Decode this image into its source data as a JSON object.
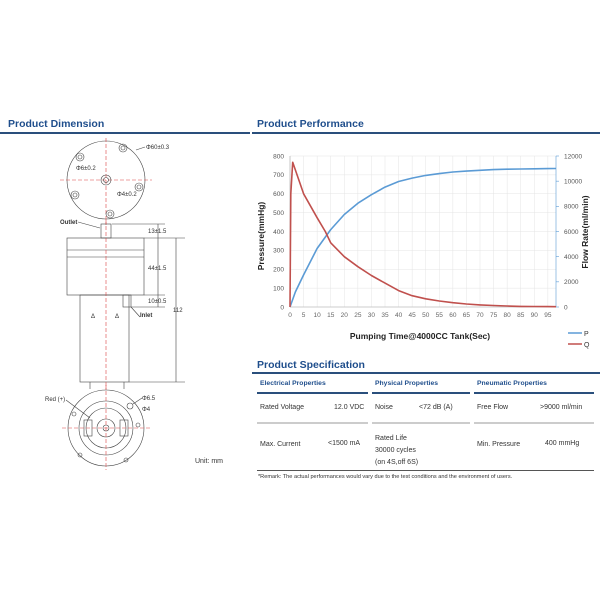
{
  "dimension": {
    "title": "Product Dimension",
    "labels": {
      "d60": "Φ60±0.3",
      "d6": "Φ6±0.2",
      "d4": "Φ4±0.2",
      "outlet": "Outlet",
      "h13": "13±1.5",
      "h44": "44±1.5",
      "h10": "10±0.5",
      "h112": "112",
      "inlet": "Inlet",
      "red": "Red (+)",
      "d65": "Φ6.5",
      "d4b": "Φ4"
    },
    "unit": "Unit: mm"
  },
  "performance": {
    "title": "Product Performance"
  },
  "chart_data": {
    "type": "line",
    "xlabel": "Pumping Time@4000CC Tank(Sec)",
    "ylabel": "Pressure(mmHg)",
    "y2label": "Flow Rate(ml/min)",
    "xlim": [
      0,
      98
    ],
    "ylim": [
      0,
      800
    ],
    "y2lim": [
      0,
      12000
    ],
    "xticks": [
      "0",
      "5",
      "10",
      "15",
      "20",
      "25",
      "30",
      "35",
      "40",
      "45",
      "50",
      "55",
      "60",
      "65",
      "70",
      "75",
      "80",
      "85",
      "90",
      "95"
    ],
    "yticks": [
      "0",
      "100",
      "200",
      "300",
      "400",
      "500",
      "600",
      "700",
      "800"
    ],
    "y2ticks": [
      "0",
      "2000",
      "4000",
      "6000",
      "8000",
      "10000",
      "12000"
    ],
    "grid": true,
    "legend_position": "bottom-right",
    "colors": {
      "P": "#5b9bd5",
      "Q": "#c0504d"
    },
    "series": [
      {
        "name": "P",
        "axis": "left",
        "x": [
          0,
          2,
          5,
          10,
          15,
          20,
          25,
          30,
          35,
          40,
          45,
          50,
          55,
          60,
          65,
          70,
          75,
          80,
          85,
          90,
          95,
          98
        ],
        "y": [
          0,
          80,
          170,
          310,
          410,
          490,
          550,
          595,
          635,
          665,
          683,
          697,
          707,
          715,
          720,
          724,
          728,
          730,
          731,
          732,
          733,
          734
        ]
      },
      {
        "name": "Q",
        "axis": "right",
        "x": [
          0,
          0.3,
          1,
          5,
          10,
          13,
          15,
          20,
          25,
          30,
          35,
          40,
          45,
          50,
          55,
          60,
          65,
          70,
          75,
          80,
          85,
          90,
          95,
          98
        ],
        "y": [
          0,
          9000,
          11500,
          9000,
          7100,
          6000,
          5100,
          4000,
          3200,
          2500,
          1900,
          1300,
          900,
          650,
          480,
          340,
          240,
          170,
          120,
          80,
          50,
          40,
          30,
          25
        ]
      }
    ]
  },
  "specification": {
    "title": "Product Specification",
    "columns": [
      {
        "heading": "Electrical Properties",
        "rows": [
          {
            "label": "Rated Voltage",
            "value": "12.0 VDC"
          },
          {
            "label": "Max. Current",
            "value": "<1500 mA"
          }
        ]
      },
      {
        "heading": "Physical Properties",
        "rows": [
          {
            "label": "Noise",
            "value": "<72 dB (A)"
          },
          {
            "label": "Rated Life",
            "value": "30000 cycles",
            "extra": "(on 4S,off 6S)"
          }
        ]
      },
      {
        "heading": "Pneumatic Properties",
        "rows": [
          {
            "label": "Free Flow",
            "value": ">9000 ml/min"
          },
          {
            "label": "Min. Pressure",
            "value": "400 mmHg"
          }
        ]
      }
    ],
    "remark": "*Remark: The actual performances would vary due to the test conditions and the environment of users."
  }
}
